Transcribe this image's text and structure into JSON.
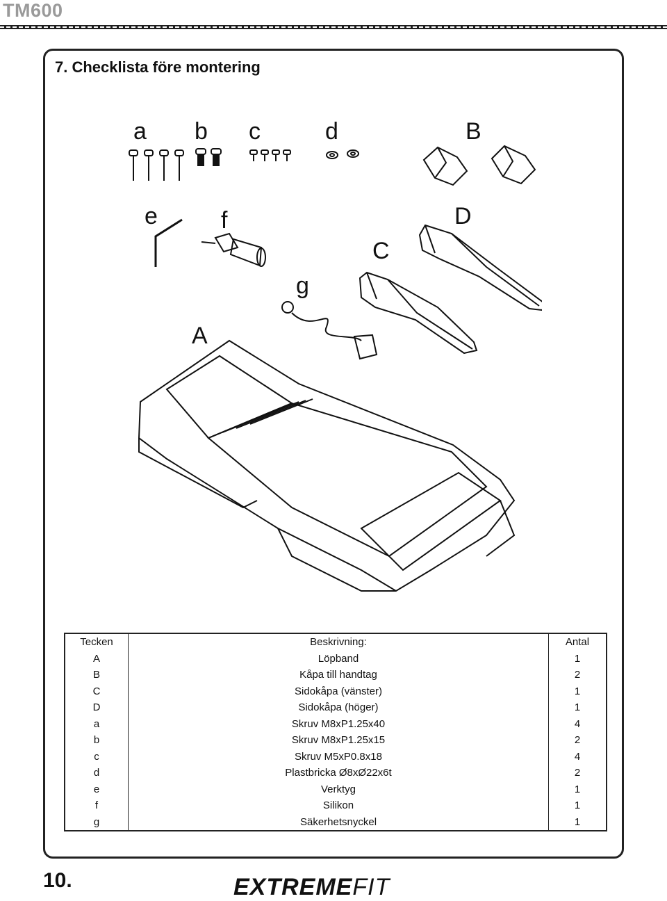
{
  "header": {
    "title": "TM600"
  },
  "section": {
    "title": "7. Checklista före montering"
  },
  "illustration": {
    "labels": {
      "a": "a",
      "b": "b",
      "c": "c",
      "d": "d",
      "B": "B",
      "e": "e",
      "f": "f",
      "D": "D",
      "C": "C",
      "g": "g",
      "A": "A"
    }
  },
  "table": {
    "headers": [
      "Tecken",
      "Beskrivning:",
      "Antal"
    ],
    "rows": [
      [
        "A",
        "Löpband",
        "1"
      ],
      [
        "B",
        "Kåpa till handtag",
        "2"
      ],
      [
        "C",
        "Sidokåpa (vänster)",
        "1"
      ],
      [
        "D",
        "Sidokåpa (höger)",
        "1"
      ],
      [
        "a",
        "Skruv M8xP1.25x40",
        "4"
      ],
      [
        "b",
        "Skruv M8xP1.25x15",
        "2"
      ],
      [
        "c",
        "Skruv M5xP0.8x18",
        "4"
      ],
      [
        "d",
        "Plastbricka Ø8xØ22x6t",
        "2"
      ],
      [
        "e",
        "Verktyg",
        "1"
      ],
      [
        "f",
        "Silikon",
        "1"
      ],
      [
        "g",
        "Säkerhetsnyckel",
        "1"
      ]
    ]
  },
  "footer": {
    "page_number": "10.",
    "brand_main": "EXTREME",
    "brand_fit": "FIT"
  }
}
